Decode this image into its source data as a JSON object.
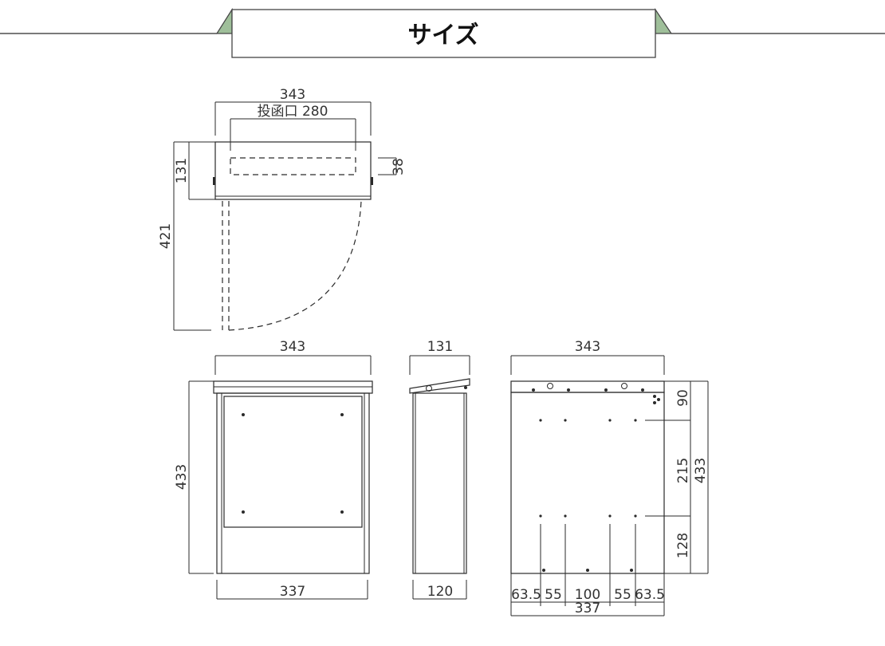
{
  "header": {
    "title": "サイズ",
    "accent_color": "#9fbf9a",
    "line_color": "#444444"
  },
  "top_view": {
    "width": "343",
    "slot": "投函口 280",
    "depth": "131",
    "slot_height": "38",
    "door_swing": "421"
  },
  "front_view": {
    "width": "343",
    "height": "433",
    "base_width": "337"
  },
  "side_view": {
    "depth": "131",
    "base_depth": "120"
  },
  "back_view": {
    "width": "343",
    "top_offset": "90",
    "hole_spacing": "215",
    "height": "433",
    "bottom_offset": "128",
    "seg_1": "63.5",
    "seg_2": "55",
    "seg_3": "100",
    "seg_4": "55",
    "seg_5": "63.5",
    "base_width": "337"
  }
}
